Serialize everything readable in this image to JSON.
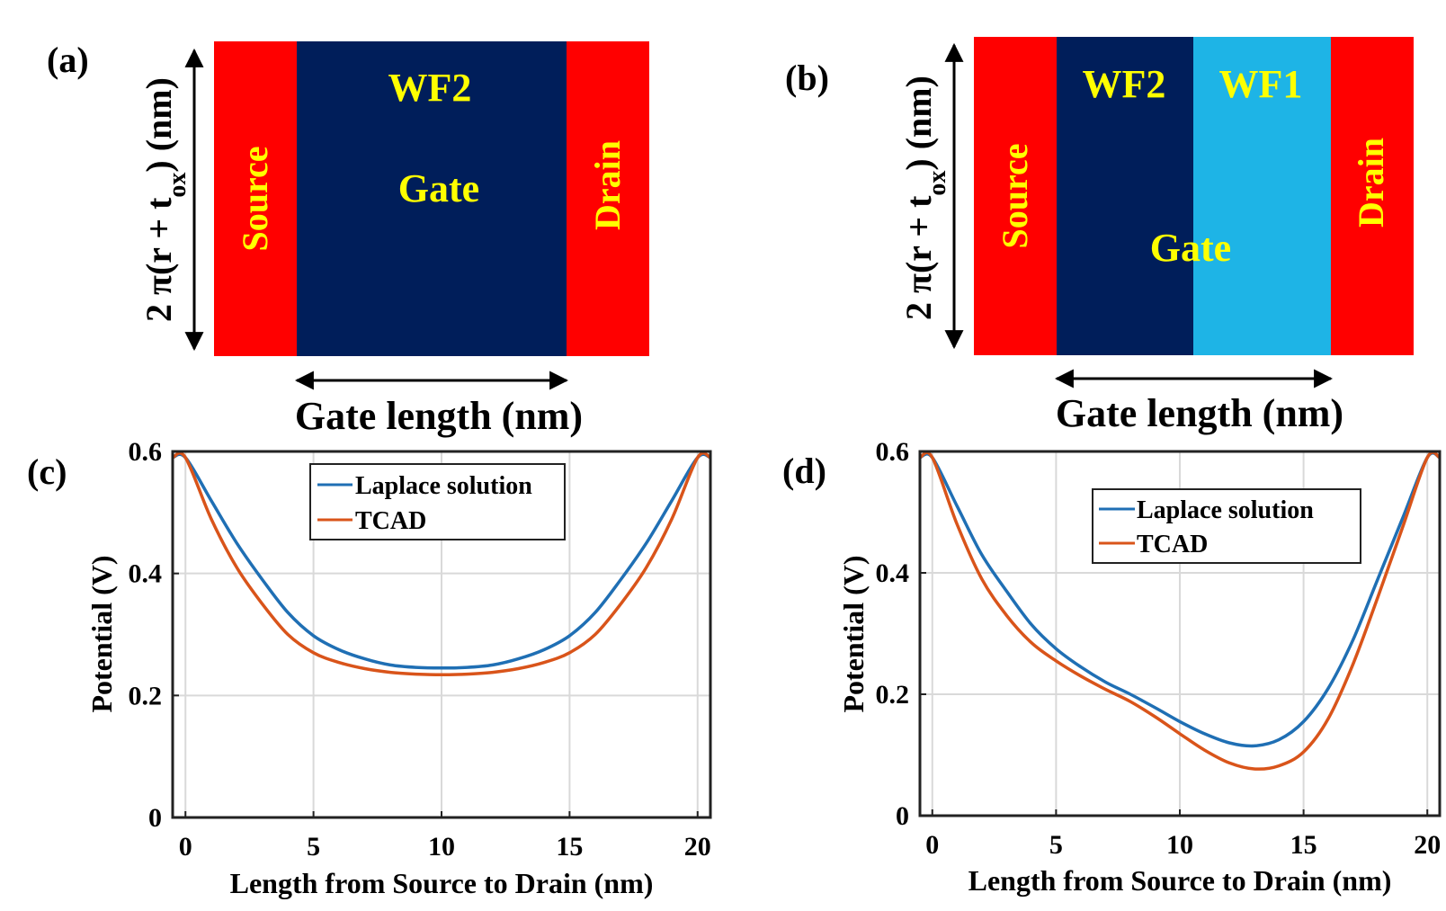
{
  "colors": {
    "source_drain": "#ff0000",
    "wf2": "#001e5a",
    "wf1": "#1eb4e6",
    "region_text": "#ffff00",
    "laplace": "#1f6fb4",
    "tcad": "#d9541a"
  },
  "panel_a": {
    "tag": "(a)",
    "source": "Source",
    "drain": "Drain",
    "wf2": "WF2",
    "gate": "Gate",
    "ylabel_main": "2 π(r + t",
    "ylabel_sub": "ox",
    "ylabel_end": ") (nm)",
    "xlabel": "Gate length (nm)"
  },
  "panel_b": {
    "tag": "(b)",
    "source": "Source",
    "drain": "Drain",
    "wf2": "WF2",
    "wf1": "WF1",
    "gate": "Gate",
    "ylabel_main": "2 π(r + t",
    "ylabel_sub": "ox",
    "ylabel_end": ") (nm)",
    "xlabel": "Gate length (nm)"
  },
  "chart_data": [
    {
      "tag": "(c)",
      "type": "line",
      "xlabel": "Length from Source to Drain (nm)",
      "ylabel": "Potential (V)",
      "xlim": [
        -0.5,
        20.5
      ],
      "ylim": [
        0,
        0.6
      ],
      "xticks": [
        0,
        5,
        10,
        15,
        20
      ],
      "yticks": [
        "0",
        "0.2",
        "0.4",
        "0.6"
      ],
      "grid": true,
      "legend": "top-center",
      "series": [
        {
          "name": "Laplace solution",
          "x": [
            -0.5,
            0,
            1,
            2,
            3,
            4,
            5,
            6,
            7,
            8,
            9,
            10,
            11,
            12,
            13,
            14,
            15,
            16,
            17,
            18,
            19,
            20,
            20.5
          ],
          "y": [
            0.59,
            0.59,
            0.52,
            0.45,
            0.39,
            0.336,
            0.298,
            0.275,
            0.26,
            0.25,
            0.246,
            0.245,
            0.246,
            0.25,
            0.26,
            0.275,
            0.298,
            0.336,
            0.39,
            0.45,
            0.52,
            0.59,
            0.59
          ]
        },
        {
          "name": "TCAD",
          "x": [
            -0.5,
            0,
            1,
            2,
            3,
            4,
            5,
            6,
            7,
            8,
            9,
            10,
            11,
            12,
            13,
            14,
            15,
            16,
            17,
            18,
            19,
            20,
            20.5
          ],
          "y": [
            0.59,
            0.59,
            0.49,
            0.41,
            0.35,
            0.3,
            0.27,
            0.254,
            0.244,
            0.238,
            0.235,
            0.234,
            0.235,
            0.238,
            0.244,
            0.254,
            0.27,
            0.3,
            0.35,
            0.41,
            0.49,
            0.59,
            0.59
          ]
        }
      ]
    },
    {
      "tag": "(d)",
      "type": "line",
      "xlabel": "Length from Source to Drain (nm)",
      "ylabel": "Potential (V)",
      "xlim": [
        -0.5,
        20.5
      ],
      "ylim": [
        0,
        0.6
      ],
      "xticks": [
        0,
        5,
        10,
        15,
        20
      ],
      "yticks": [
        "0",
        "0.2",
        "0.4",
        "0.6"
      ],
      "grid": true,
      "legend": "top-right",
      "series": [
        {
          "name": "Laplace solution",
          "x": [
            -0.5,
            0,
            1,
            2,
            3,
            4,
            5,
            6,
            7,
            8,
            9,
            10,
            11,
            12,
            13,
            14,
            15,
            16,
            17,
            18,
            19,
            20,
            20.5
          ],
          "y": [
            0.59,
            0.59,
            0.51,
            0.43,
            0.37,
            0.315,
            0.275,
            0.245,
            0.22,
            0.2,
            0.178,
            0.155,
            0.135,
            0.12,
            0.115,
            0.125,
            0.155,
            0.21,
            0.29,
            0.39,
            0.49,
            0.59,
            0.59
          ]
        },
        {
          "name": "TCAD",
          "x": [
            -0.5,
            0,
            1,
            2,
            3,
            4,
            5,
            6,
            7,
            8,
            9,
            10,
            11,
            12,
            13,
            14,
            15,
            16,
            17,
            18,
            19,
            20,
            20.5
          ],
          "y": [
            0.59,
            0.59,
            0.48,
            0.39,
            0.33,
            0.285,
            0.255,
            0.23,
            0.208,
            0.188,
            0.163,
            0.135,
            0.108,
            0.087,
            0.077,
            0.082,
            0.105,
            0.16,
            0.25,
            0.36,
            0.475,
            0.59,
            0.59
          ]
        }
      ]
    }
  ]
}
